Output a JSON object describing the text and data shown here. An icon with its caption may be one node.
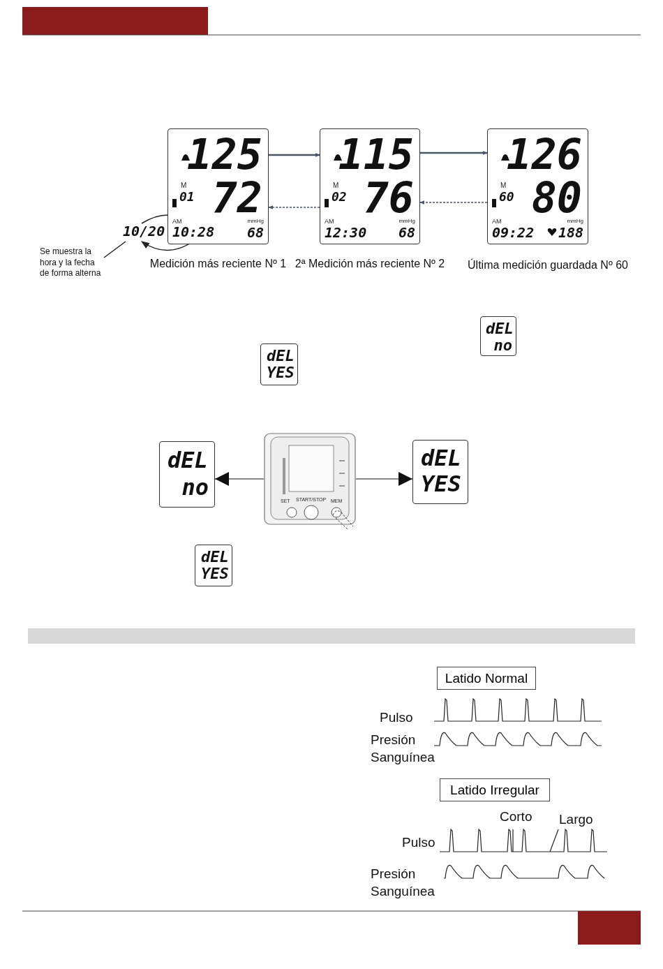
{
  "diagram": {
    "nodes": [
      {
        "text": [
          "125",
          "M",
          "01",
          "72",
          "AM",
          "mmHg",
          "68"
        ],
        "beside": [
          "Medición más reciente Nº 1"
        ]
      },
      {
        "text": [
          "115",
          "M",
          "02",
          "76",
          "AM",
          "mmHg",
          "12:30",
          "68"
        ],
        "beside": [
          "2ª Medición más reciente Nº 2"
        ]
      },
      {
        "text": [
          "126",
          "M",
          "60",
          "80",
          "AM",
          "mmHg",
          "09:22",
          "188"
        ],
        "beside": [
          "Última medición guardada Nº 60"
        ]
      },
      {
        "text": [
          "10/20"
        ]
      },
      {
        "text": [
          "10:28"
        ],
        "in": 0
      },
      {
        "text": [
          "Se muestra la hora y la fecha de forma alterna"
        ]
      },
      {
        "text": [
          "dEL",
          "no"
        ]
      },
      {
        "text": [
          "dEL",
          "YES"
        ]
      },
      {
        "text": [
          "dEL",
          "no"
        ]
      },
      {
        "text": [
          "SET",
          "START/STOP",
          "MEM"
        ]
      },
      {
        "text": [
          "dEL",
          "YES"
        ]
      },
      {
        "text": [
          "dEL",
          "YES"
        ]
      },
      {
        "text": [],
        "shape": "bar"
      },
      {
        "text": [
          "Latido Normal"
        ]
      },
      {
        "text": [
          "Latido Irregular"
        ]
      }
    ],
    "edges": [
      {
        "from": 0,
        "to": 1,
        "arrow": "to"
      },
      {
        "from": 1,
        "to": 2,
        "arrow": "to"
      },
      {
        "from": 1,
        "to": 0,
        "arrow": "to",
        "style": "dashed"
      },
      {
        "from": 2,
        "to": 1,
        "arrow": "to",
        "style": "dashed"
      },
      {
        "from": 3,
        "to": 4,
        "arrow": "to"
      },
      {
        "from": 4,
        "to": 3,
        "arrow": "to"
      },
      {
        "from": 5,
        "to": 3,
        "arrow": "none"
      },
      {
        "from": 9,
        "to": 8,
        "arrow": "to"
      },
      {
        "from": 9,
        "to": 10,
        "arrow": "to"
      }
    ],
    "labels": [
      "Pulso",
      "Presión Sanguínea",
      "Corto",
      "Largo",
      "Pulso",
      "Presión Sanguínea"
    ]
  }
}
